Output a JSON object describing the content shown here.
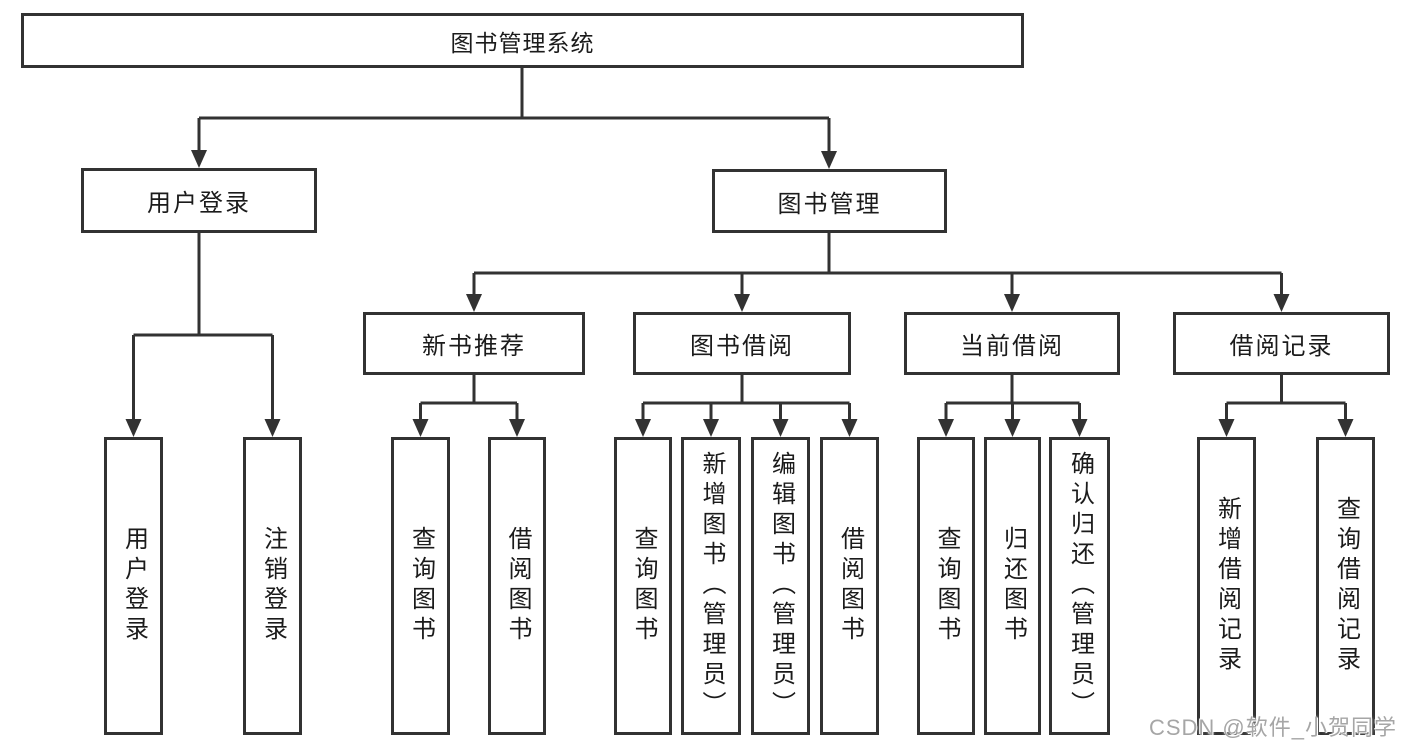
{
  "diagram": {
    "nodes": {
      "root": {
        "label": "图书管理系统"
      },
      "user_login": {
        "label": "用户登录"
      },
      "book_mgmt": {
        "label": "图书管理"
      },
      "new_book_rec": {
        "label": "新书推荐"
      },
      "book_borrow": {
        "label": "图书借阅"
      },
      "current_borrow": {
        "label": "当前借阅"
      },
      "borrow_records": {
        "label": "借阅记录"
      },
      "login": {
        "label": "用户登录"
      },
      "logout": {
        "label": "注销登录"
      },
      "nb_query": {
        "label": "查询图书"
      },
      "nb_borrow": {
        "label": "借阅图书"
      },
      "bb_query": {
        "label": "查询图书"
      },
      "bb_add": {
        "label": "新增图书（管理员）"
      },
      "bb_edit": {
        "label": "编辑图书（管理员）"
      },
      "bb_borrow": {
        "label": "借阅图书"
      },
      "cb_query": {
        "label": "查询图书"
      },
      "cb_return": {
        "label": "归还图书"
      },
      "cb_confirm": {
        "label": "确认归还（管理员）"
      },
      "br_add": {
        "label": "新增借阅记录"
      },
      "br_query": {
        "label": "查询借阅记录"
      }
    },
    "edges": [
      [
        "root",
        "user_login"
      ],
      [
        "root",
        "book_mgmt"
      ],
      [
        "user_login",
        "login"
      ],
      [
        "user_login",
        "logout"
      ],
      [
        "book_mgmt",
        "new_book_rec"
      ],
      [
        "book_mgmt",
        "book_borrow"
      ],
      [
        "book_mgmt",
        "current_borrow"
      ],
      [
        "book_mgmt",
        "borrow_records"
      ],
      [
        "new_book_rec",
        "nb_query"
      ],
      [
        "new_book_rec",
        "nb_borrow"
      ],
      [
        "book_borrow",
        "bb_query"
      ],
      [
        "book_borrow",
        "bb_add"
      ],
      [
        "book_borrow",
        "bb_edit"
      ],
      [
        "book_borrow",
        "bb_borrow"
      ],
      [
        "current_borrow",
        "cb_query"
      ],
      [
        "current_borrow",
        "cb_return"
      ],
      [
        "current_borrow",
        "cb_confirm"
      ],
      [
        "borrow_records",
        "br_add"
      ],
      [
        "borrow_records",
        "br_query"
      ]
    ]
  },
  "watermark": {
    "text": "CSDN @软件_小贺同学"
  },
  "colors": {
    "line": "#323232",
    "text": "#1b1b1b",
    "box_background": "#ffffff",
    "watermark": "#a6a6a6"
  }
}
